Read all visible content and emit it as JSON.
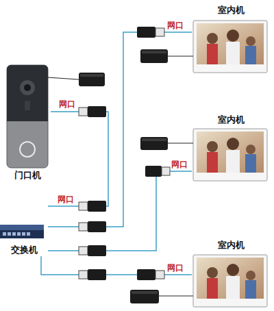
{
  "diagram": {
    "nodes": [
      {
        "text": [
          "室内机"
        ]
      },
      {
        "text": [
          "门口机"
        ]
      },
      {
        "text": [
          "室内机"
        ]
      },
      {
        "text": [
          "交换机"
        ]
      },
      {
        "text": [
          "室内机"
        ]
      }
    ],
    "edges": [
      {
        "from": 1,
        "to": 3,
        "arrow": "none"
      },
      {
        "from": 3,
        "to": 0,
        "arrow": "none"
      },
      {
        "from": 3,
        "to": 2,
        "arrow": "none"
      },
      {
        "from": 3,
        "to": 4,
        "arrow": "none"
      }
    ],
    "labels": [
      "网口",
      "网口",
      "网口",
      "网口",
      "网口"
    ]
  }
}
